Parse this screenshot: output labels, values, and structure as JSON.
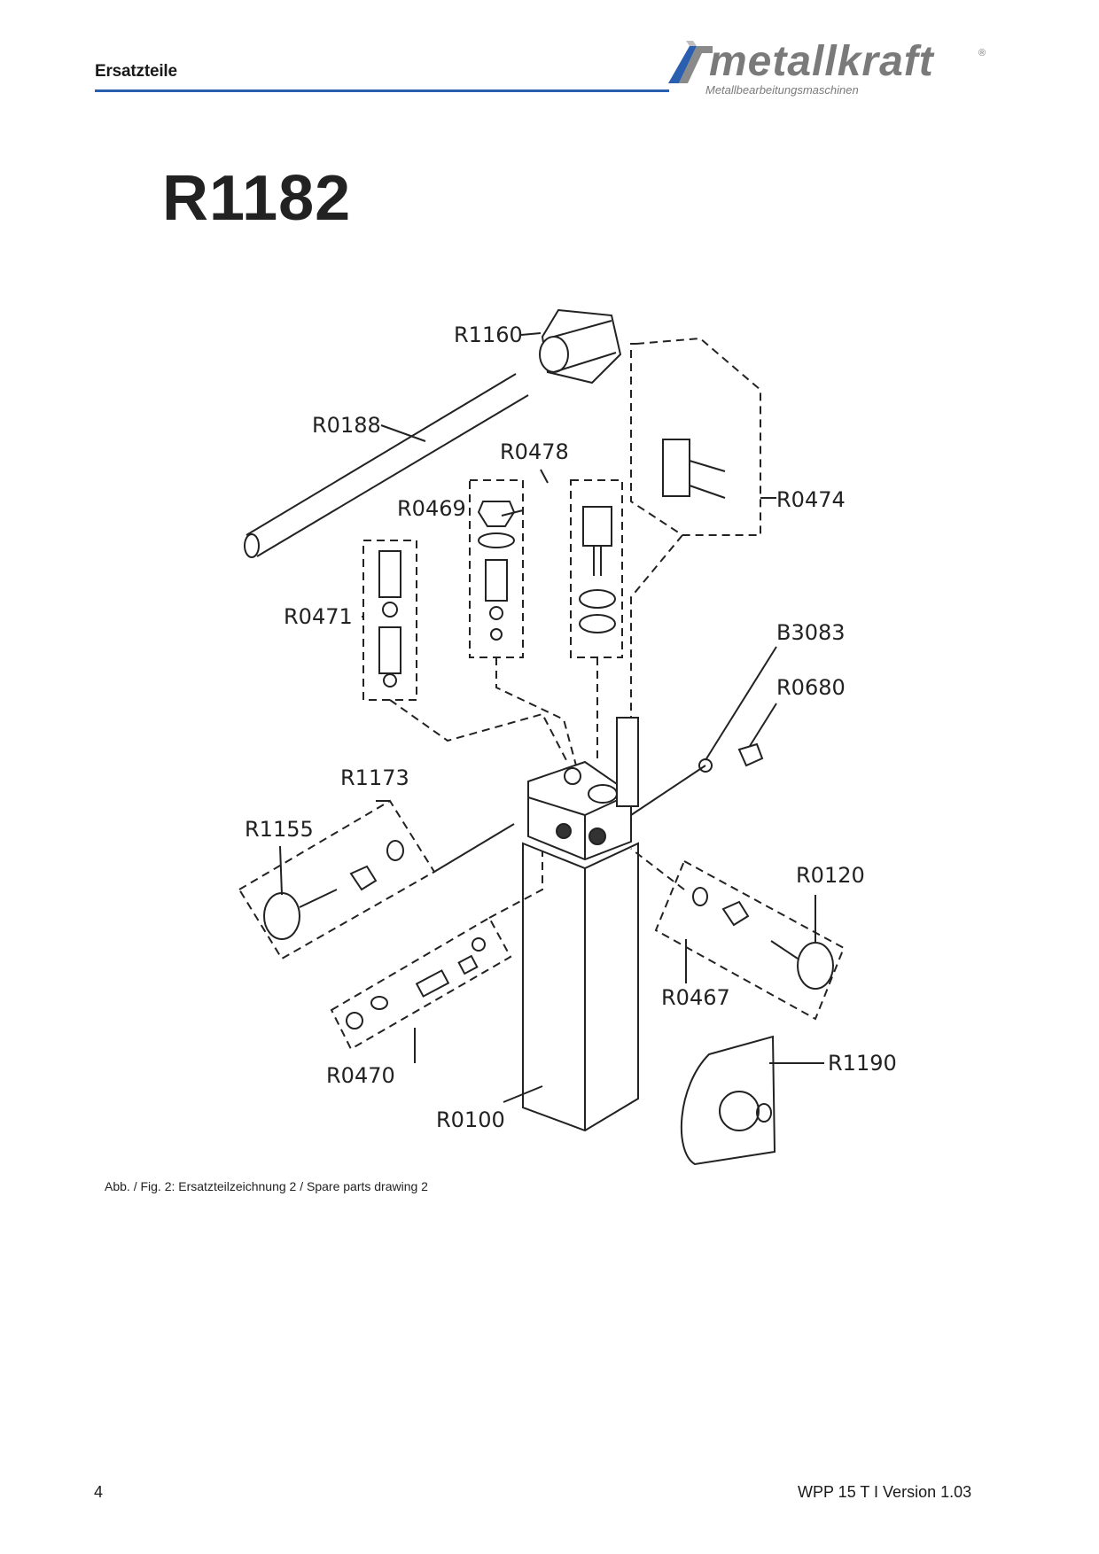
{
  "header": {
    "section_title": "Ersatzteile",
    "logo_text": "metallkraft",
    "logo_reg": "®",
    "logo_subtitle": "Metallbearbeitungsmaschinen"
  },
  "drawing_number": "R1182",
  "parts": {
    "r1160": "R1160",
    "r0188": "R0188",
    "r0478": "R0478",
    "r0469": "R0469",
    "r0474": "R0474",
    "r0471": "R0471",
    "b3083": "B3083",
    "r0680": "R0680",
    "r1173": "R1173",
    "r1155": "R1155",
    "r0120": "R0120",
    "r0467": "R0467",
    "r1190": "R1190",
    "r0470": "R0470",
    "r0100": "R0100"
  },
  "caption": "Abb. / Fig. 2: Ersatzteilzeichnung 2 / Spare parts drawing 2",
  "footer": {
    "page_number": "4",
    "document": "WPP 15 T I Version 1.03"
  }
}
